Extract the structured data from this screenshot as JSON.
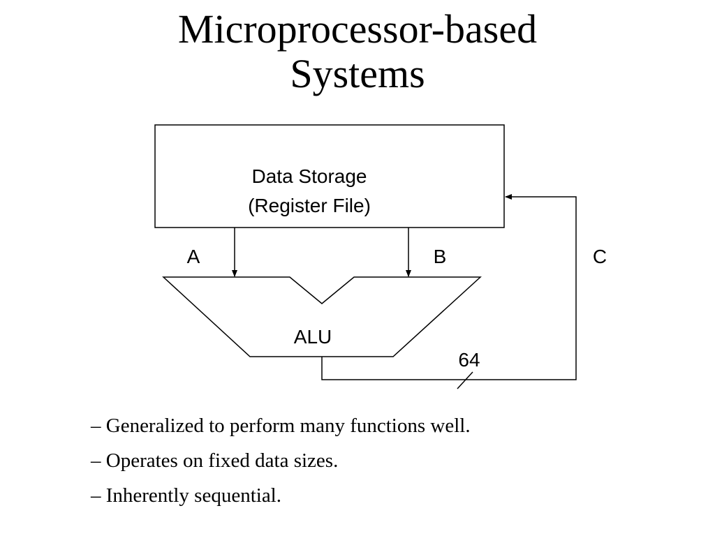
{
  "title": {
    "line1": "Microprocessor-based",
    "line2": "Systems"
  },
  "diagram": {
    "storage_label_line1": "Data Storage",
    "storage_label_line2": "(Register File)",
    "port_a": "A",
    "port_b": "B",
    "port_c": "C",
    "alu_label": "ALU",
    "bus_width": "64"
  },
  "bullets": [
    "– Generalized to perform many functions well.",
    "– Operates on fixed data sizes.",
    "– Inherently sequential."
  ]
}
